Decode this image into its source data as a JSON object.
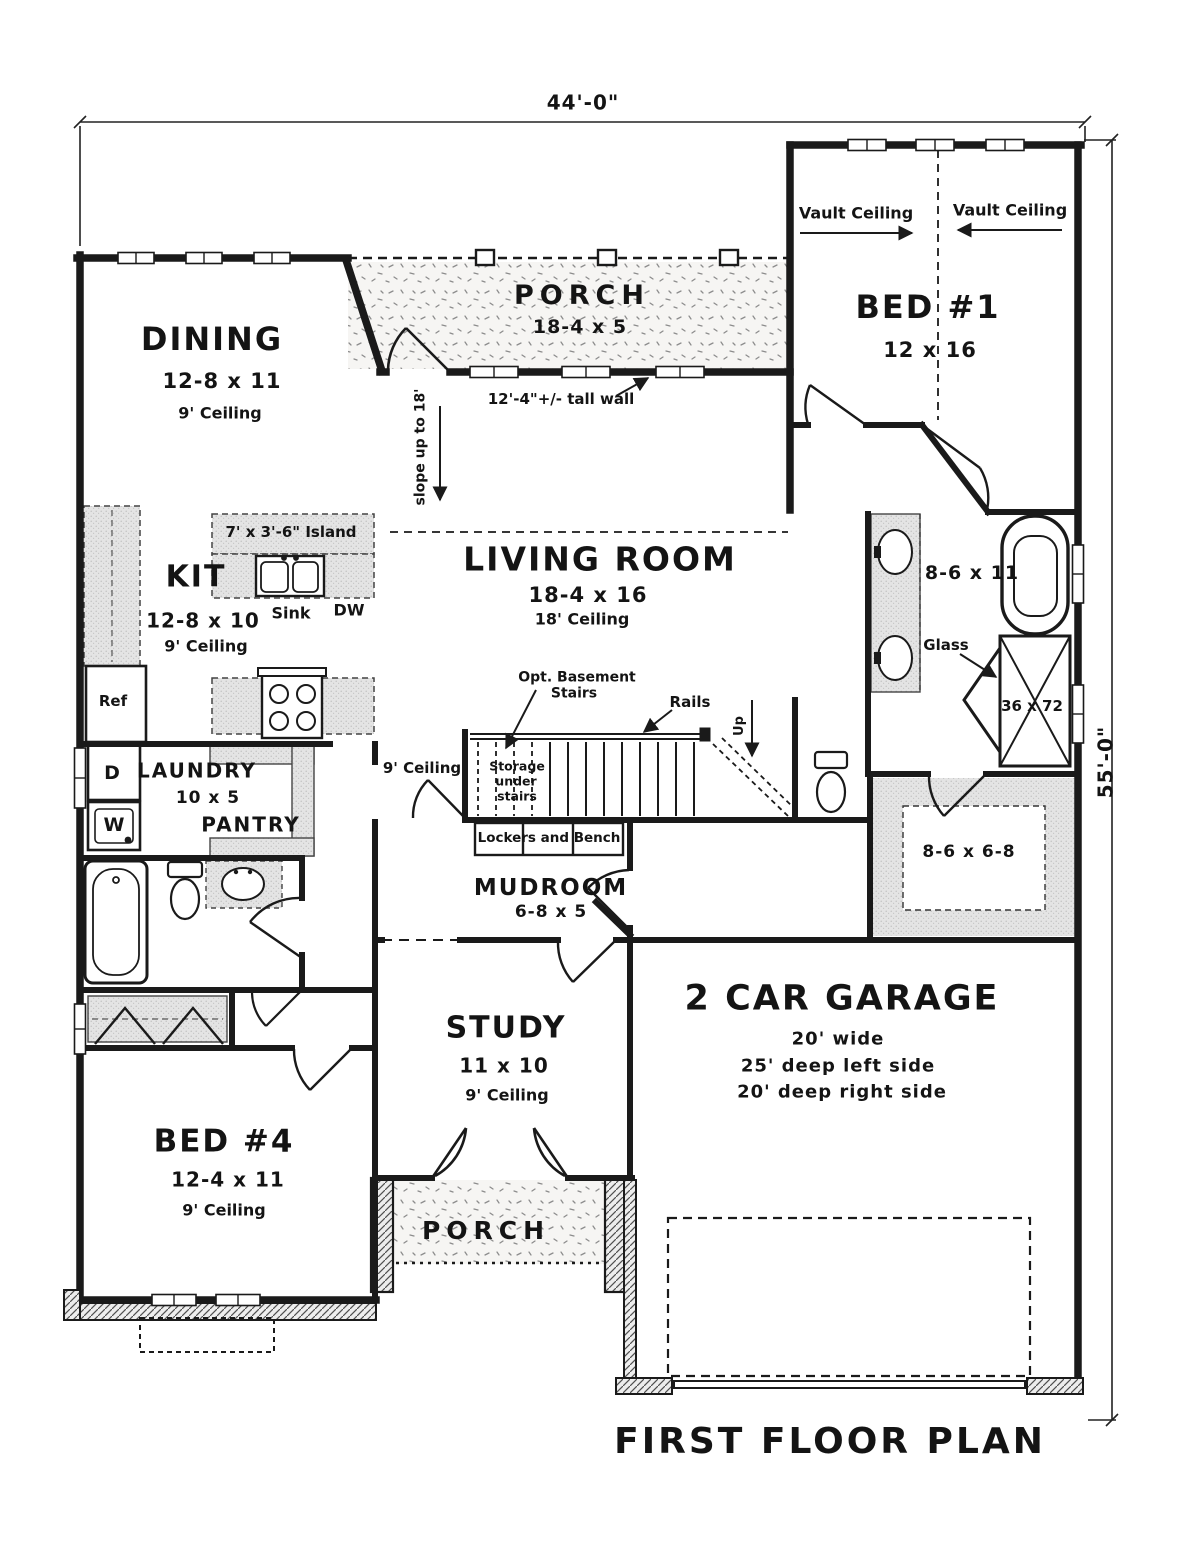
{
  "title": "FIRST FLOOR PLAN",
  "dimensions": {
    "top": "44'-0\"",
    "right": "55'-0\""
  },
  "rooms": {
    "dining": {
      "name": "DINING",
      "size": "12-8 x 11",
      "ceiling": "9' Ceiling"
    },
    "porch_top": {
      "name": "PORCH",
      "size": "18-4 x 5"
    },
    "bed1": {
      "name": "BED #1",
      "size": "12 x 16"
    },
    "living": {
      "name": "LIVING ROOM",
      "size": "18-4 x 16",
      "ceiling": "18' Ceiling"
    },
    "kitchen": {
      "name": "KIT",
      "size": "12-8 x 10",
      "ceiling": "9' Ceiling"
    },
    "laundry": {
      "name": "LAUNDRY",
      "size": "10 x 5"
    },
    "pantry": {
      "name": "PANTRY"
    },
    "mudroom": {
      "name": "MUDROOM",
      "size": "6-8 x 5"
    },
    "study": {
      "name": "STUDY",
      "size": "11 x 10",
      "ceiling": "9' Ceiling"
    },
    "garage": {
      "name": "2 CAR GARAGE",
      "note1": "20' wide",
      "note2": "25' deep left side",
      "note3": "20' deep right side"
    },
    "bed4": {
      "name": "BED #4",
      "size": "12-4 x 11",
      "ceiling": "9' Ceiling"
    },
    "porch_bottom": {
      "name": "PORCH"
    },
    "bath1": {
      "size": "8-6 x 11"
    },
    "closet1": {
      "size": "8-6 x 6-8"
    }
  },
  "annotations": {
    "vault_left": "Vault Ceiling",
    "vault_right": "Vault Ceiling",
    "tall_wall": "12'-4\"+/- tall wall",
    "slope": "slope up to 18'",
    "island": "7' x 3'-6\" Island",
    "sink": "Sink",
    "dw": "DW",
    "ref": "Ref",
    "glass": "Glass",
    "shower_size": "36 x 72",
    "opt_basement_1": "Opt. Basement",
    "opt_basement_2": "Stairs",
    "rails": "Rails",
    "up": "Up",
    "stairs_ceiling": "9' Ceiling",
    "storage_1": "Storage",
    "storage_2": "under",
    "storage_3": "stairs",
    "lockers": "Lockers and Bench",
    "dryer": "D",
    "washer": "W"
  }
}
